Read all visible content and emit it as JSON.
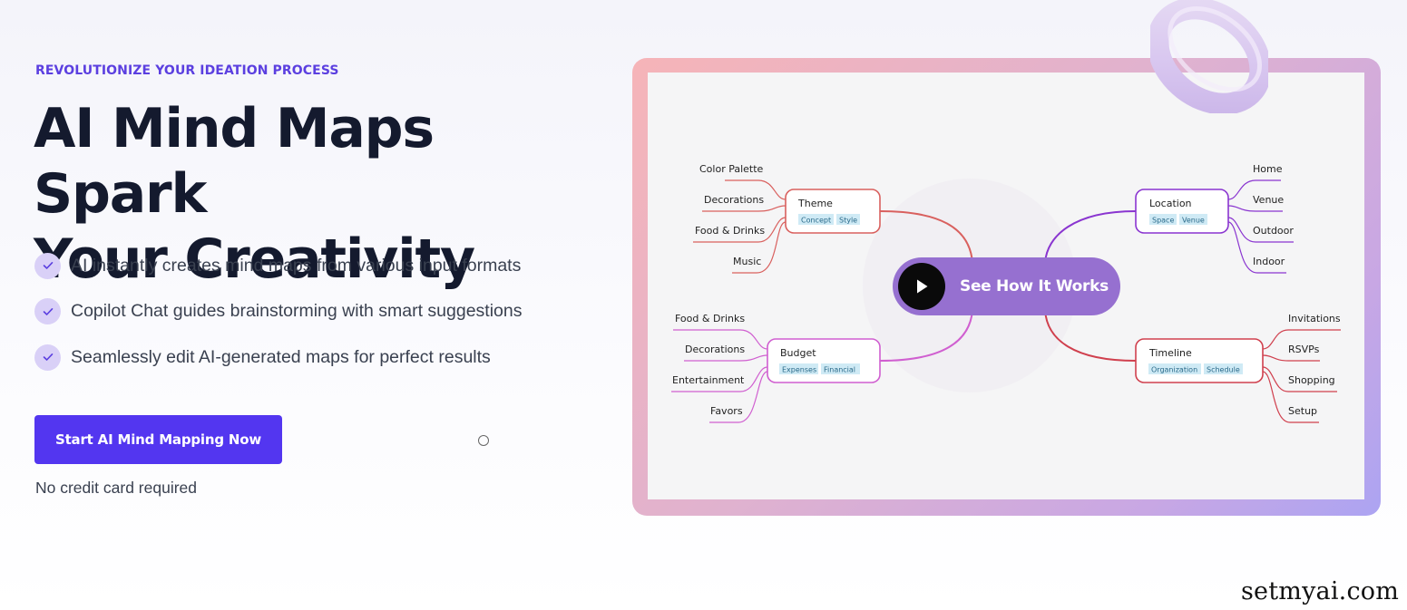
{
  "hero": {
    "eyebrow": "REVOLUTIONIZE YOUR IDEATION PROCESS",
    "headline_line1": "AI Mind Maps Spark",
    "headline_line2": "Your Creativity",
    "features": [
      "AI instantly creates mind maps from various input formats",
      "Copilot Chat guides brainstorming with smart suggestions",
      "Seamlessly edit AI-generated maps for perfect results"
    ],
    "cta_label": "Start AI Mind Mapping Now",
    "cta_note": "No credit card required"
  },
  "video": {
    "play_label": "See How It Works",
    "mindmap": {
      "nodes": {
        "theme": {
          "title": "Theme",
          "tags": [
            "Concept",
            "Style"
          ],
          "color": "#d9605e"
        },
        "location": {
          "title": "Location",
          "tags": [
            "Space",
            "Venue"
          ],
          "color": "#8a35d0"
        },
        "budget": {
          "title": "Budget",
          "tags": [
            "Expenses",
            "Financial"
          ],
          "color": "#d05fd0"
        },
        "timeline": {
          "title": "Timeline",
          "tags": [
            "Organization",
            "Schedule"
          ],
          "color": "#d0404e"
        }
      },
      "branches": {
        "theme": [
          "Color Palette",
          "Decorations",
          "Food & Drinks",
          "Music"
        ],
        "location": [
          "Home",
          "Venue",
          "Outdoor",
          "Indoor"
        ],
        "budget": [
          "Food & Drinks",
          "Decorations",
          "Entertainment",
          "Favors"
        ],
        "timeline": [
          "Invitations",
          "RSVPs",
          "Shopping",
          "Setup"
        ]
      }
    }
  },
  "watermark": "setmyai.com",
  "colors": {
    "accent": "#5336f0",
    "eyebrow": "#5b3fe0",
    "heading": "#141a2e",
    "play_pill": "#9670d0"
  }
}
